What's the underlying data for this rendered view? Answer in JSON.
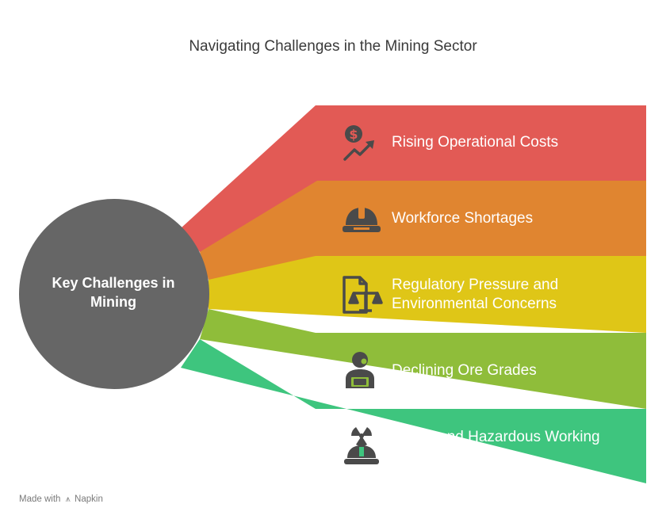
{
  "title": "Navigating Challenges in the Mining Sector",
  "center": {
    "label": "Key Challenges in Mining",
    "color": "#666666"
  },
  "challenges": [
    {
      "label": "Rising Operational Costs",
      "color": "#e25a55",
      "icon": "dollar-trend-icon"
    },
    {
      "label": "Workforce Shortages",
      "color": "#e08530",
      "icon": "hard-hat-icon"
    },
    {
      "label": "Regulatory Pressure and Environmental Concerns",
      "color": "#dfc617",
      "icon": "document-scales-icon"
    },
    {
      "label": "Declining Ore Grades",
      "color": "#8fbd3a",
      "icon": "worker-ore-icon"
    },
    {
      "label": "Safety and Hazardous Working Conditions",
      "color": "#3ec57e",
      "icon": "radiation-hat-icon"
    }
  ],
  "footer": {
    "made_with": "Made with",
    "brand": "Napkin"
  }
}
